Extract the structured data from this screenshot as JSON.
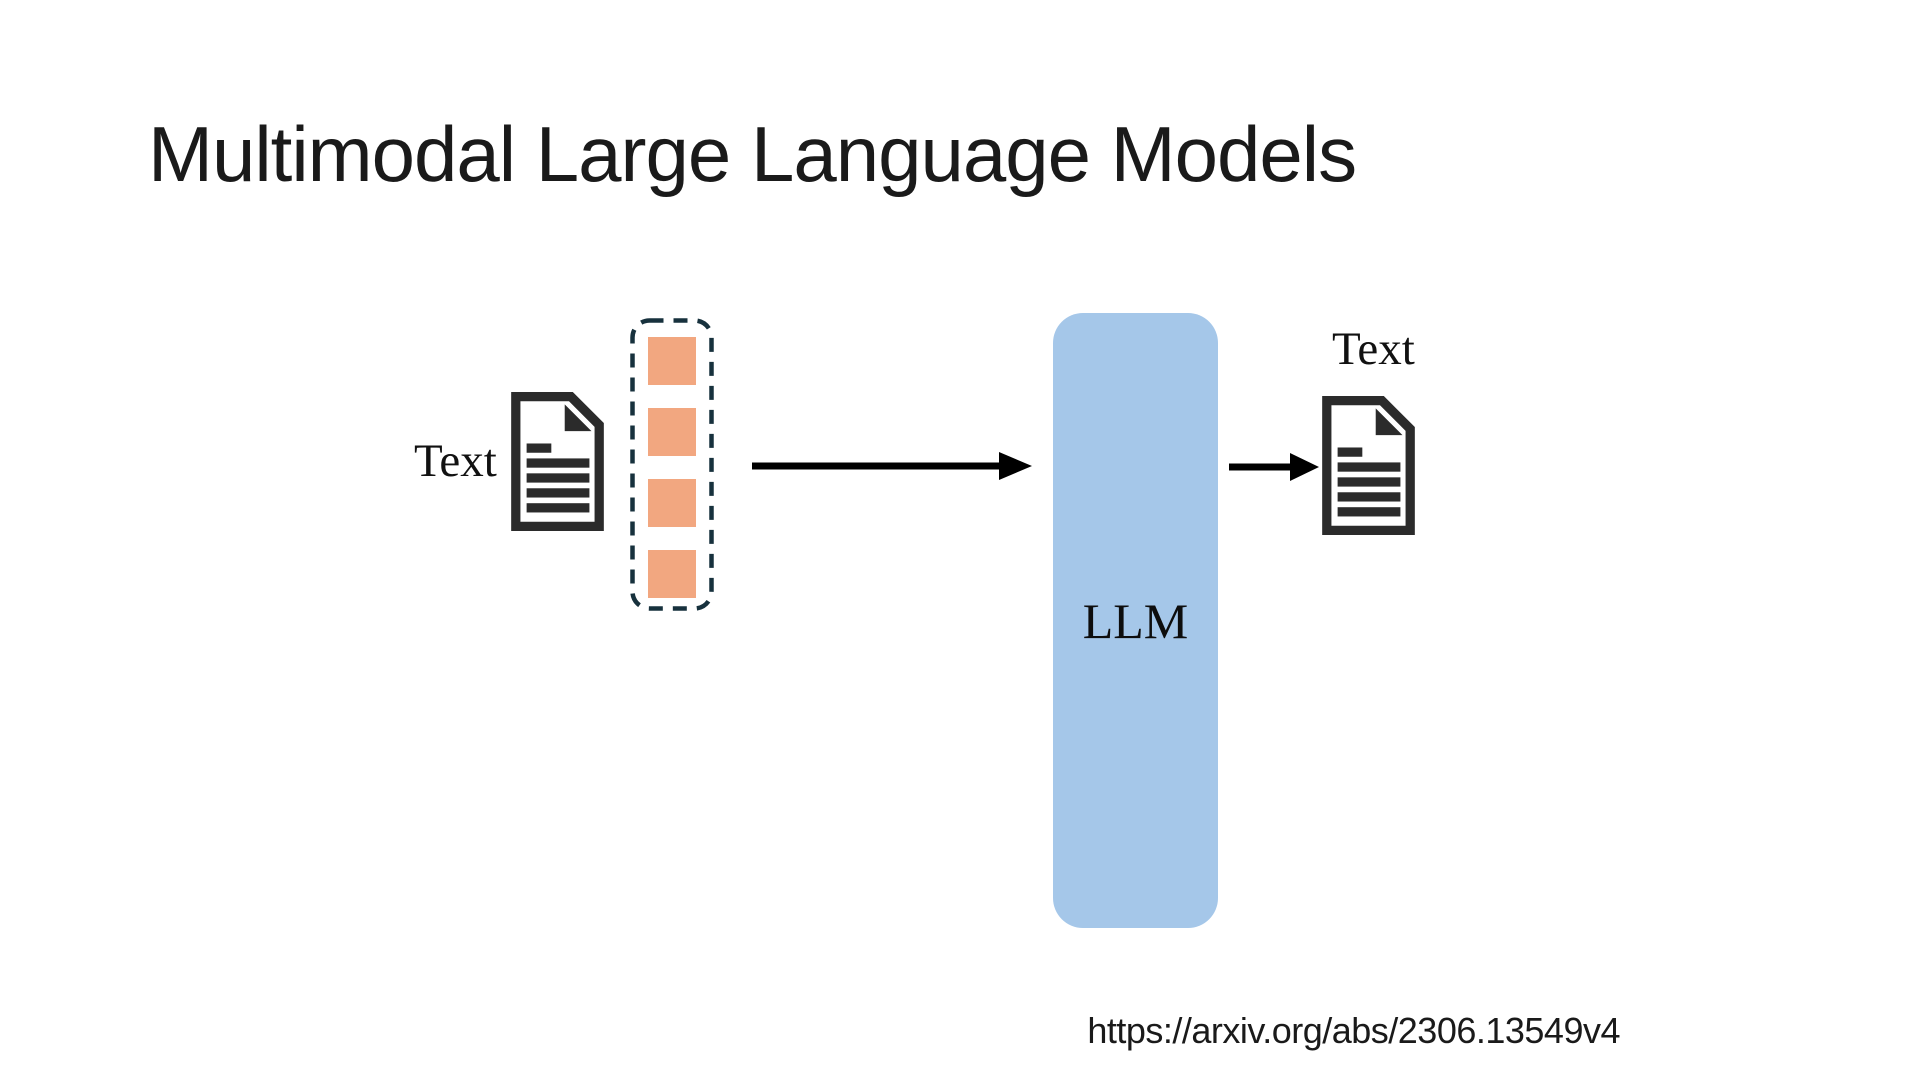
{
  "slide": {
    "title": "Multimodal Large Language Models",
    "source_link": "https://arxiv.org/abs/2306.13549v4"
  },
  "diagram": {
    "input": {
      "label": "Text",
      "icon": "document-icon"
    },
    "tokens": {
      "count": 4
    },
    "model": {
      "label": "LLM"
    },
    "output": {
      "label": "Text",
      "icon": "document-icon"
    },
    "colors": {
      "token-fill": "#F2A780",
      "token-box-border": "#17313D",
      "llm-fill": "#A5C7E9",
      "ink": "#2B2B2B",
      "arrow": "#000000",
      "text": "#1A1A1A"
    }
  }
}
